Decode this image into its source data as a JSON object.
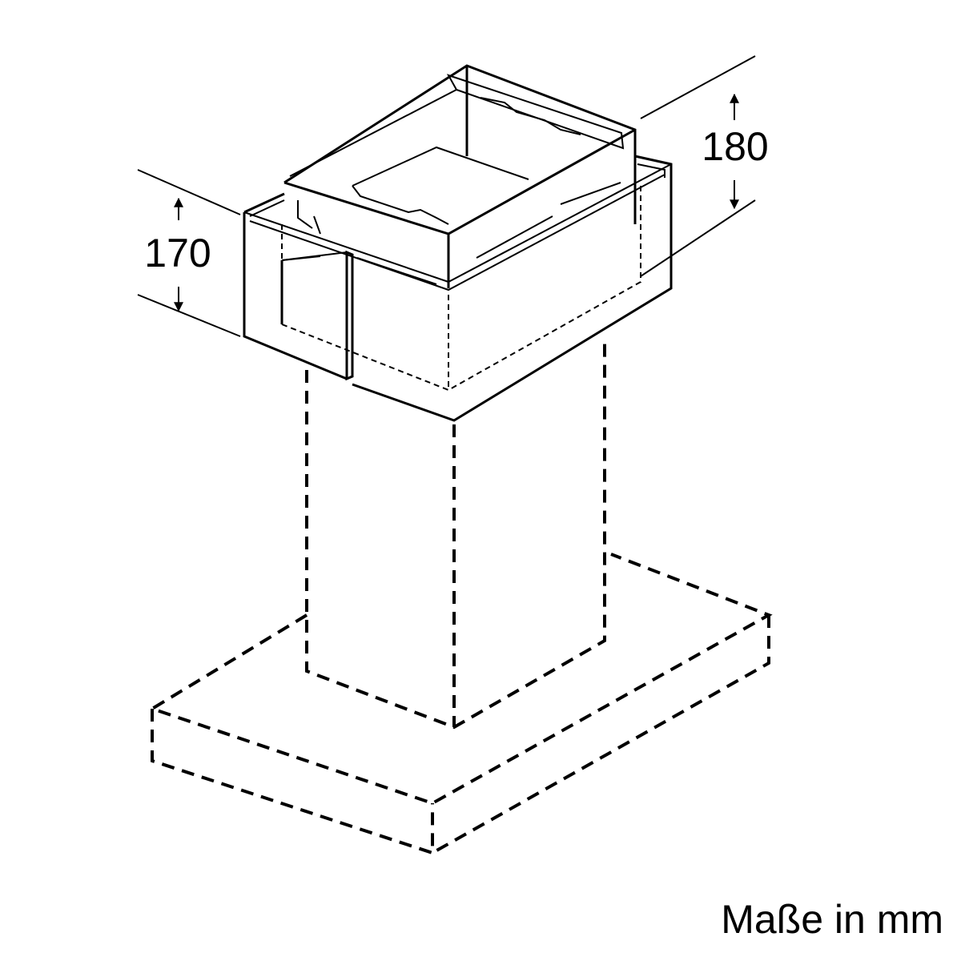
{
  "dimensions": {
    "height_lower": "170",
    "height_upper": "180"
  },
  "caption": "Maße in mm",
  "colors": {
    "line": "#000000",
    "background": "#ffffff"
  }
}
